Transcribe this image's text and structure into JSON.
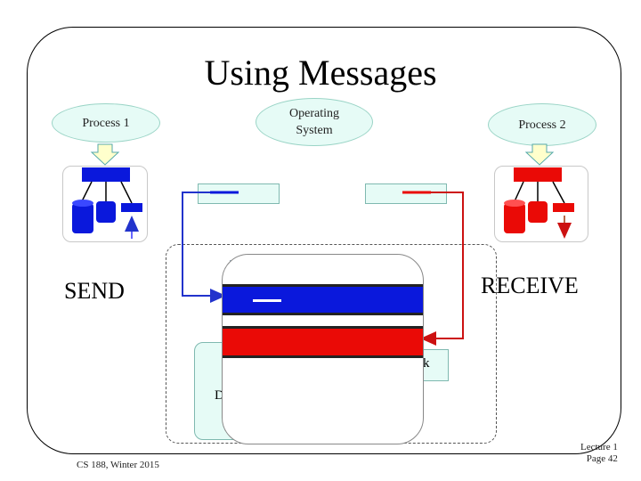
{
  "title": "Using Messages",
  "process1": "Process 1",
  "os_line1": "Operating",
  "os_line2": "System",
  "process2": "Process 2",
  "send": "SEND",
  "receive": "RECEIVE",
  "network_fragment": "rk",
  "disk_fragment": "D",
  "footer_left": "CS 188, Winter 2015",
  "footer_right_line1": "Lecture 1",
  "footer_right_line2": "Page 42",
  "colors": {
    "blue": "#0a18dc",
    "red": "#ea0a06",
    "ellipse_fill": "#e6fbf6"
  }
}
